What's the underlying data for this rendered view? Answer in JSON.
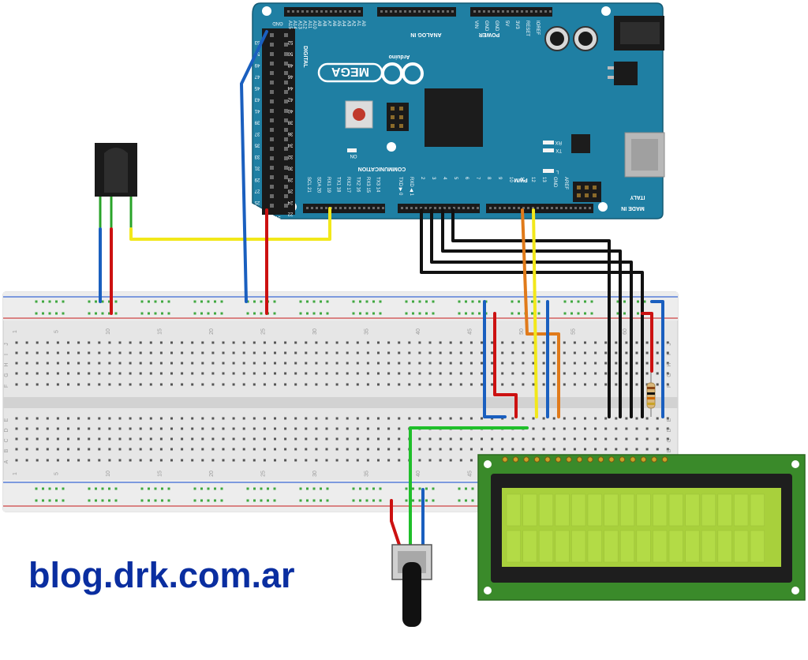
{
  "watermark": "blog.drk.com.ar",
  "arduino": {
    "brand": "Arduino",
    "model": "MEGA",
    "digital_label": "DIGITAL",
    "analog_label": "ANALOG IN",
    "power_label": "POWER",
    "communication_label": "COMMUNICATION",
    "pwm_label": "PWM",
    "made_in": "MADE IN",
    "country": "ITALY",
    "rx_label": "RX",
    "tx_label": "TX",
    "on_label": "ON",
    "l_label": "L",
    "gnd_label": "GND",
    "fivev_label": "5V",
    "analog_pins": [
      "A15",
      "A14",
      "A13",
      "A12",
      "A11",
      "A10",
      "A9",
      "A8",
      "A7",
      "A6",
      "A5",
      "A4",
      "A3",
      "A2",
      "A1",
      "A0"
    ],
    "power_pins": [
      "VIN",
      "GND",
      "GND",
      "5V",
      "3V3",
      "RESET",
      "IOREF"
    ],
    "comm_pins": [
      "SCL 21",
      "SDA 20",
      "RX1 19",
      "TX1 18",
      "RX2 17",
      "TX2 16",
      "RX3 15",
      "TX3 14"
    ],
    "pwm_pins": [
      "TXD ▶ 0",
      "RXD ◀ 1",
      "2",
      "3",
      "4",
      "5",
      "6",
      "7",
      "8",
      "9",
      "10",
      "11",
      "12",
      "13",
      "GND",
      "AREF"
    ],
    "digital_pins": [
      "53",
      "51",
      "49",
      "47",
      "45",
      "43",
      "41",
      "39",
      "37",
      "35",
      "33",
      "31",
      "29",
      "27",
      "25",
      "23"
    ],
    "digital_pins_odd": [
      "52",
      "50",
      "48",
      "46",
      "44",
      "42",
      "40",
      "38",
      "36",
      "34",
      "32",
      "30",
      "28",
      "26",
      "24",
      "22"
    ]
  },
  "breadboard": {
    "column_numbers": [
      "1",
      "5",
      "10",
      "15",
      "20",
      "25",
      "30",
      "35",
      "40",
      "45",
      "50",
      "55",
      "60"
    ],
    "row_letters_top": [
      "J",
      "I",
      "H",
      "G",
      "F"
    ],
    "row_letters_bottom": [
      "E",
      "D",
      "C",
      "B",
      "A"
    ]
  },
  "colors": {
    "arduino_board": "#1f7fa3",
    "wire_red": "#cc1111",
    "wire_blue": "#1a5fbf",
    "wire_yellow": "#f2e81a",
    "wire_black": "#111111",
    "wire_green": "#1fbf2a",
    "wire_orange": "#e07a1a",
    "lcd_screen": "#a8d03c",
    "lcd_pcb": "#3a8a2a",
    "watermark": "#0a2ea0"
  }
}
